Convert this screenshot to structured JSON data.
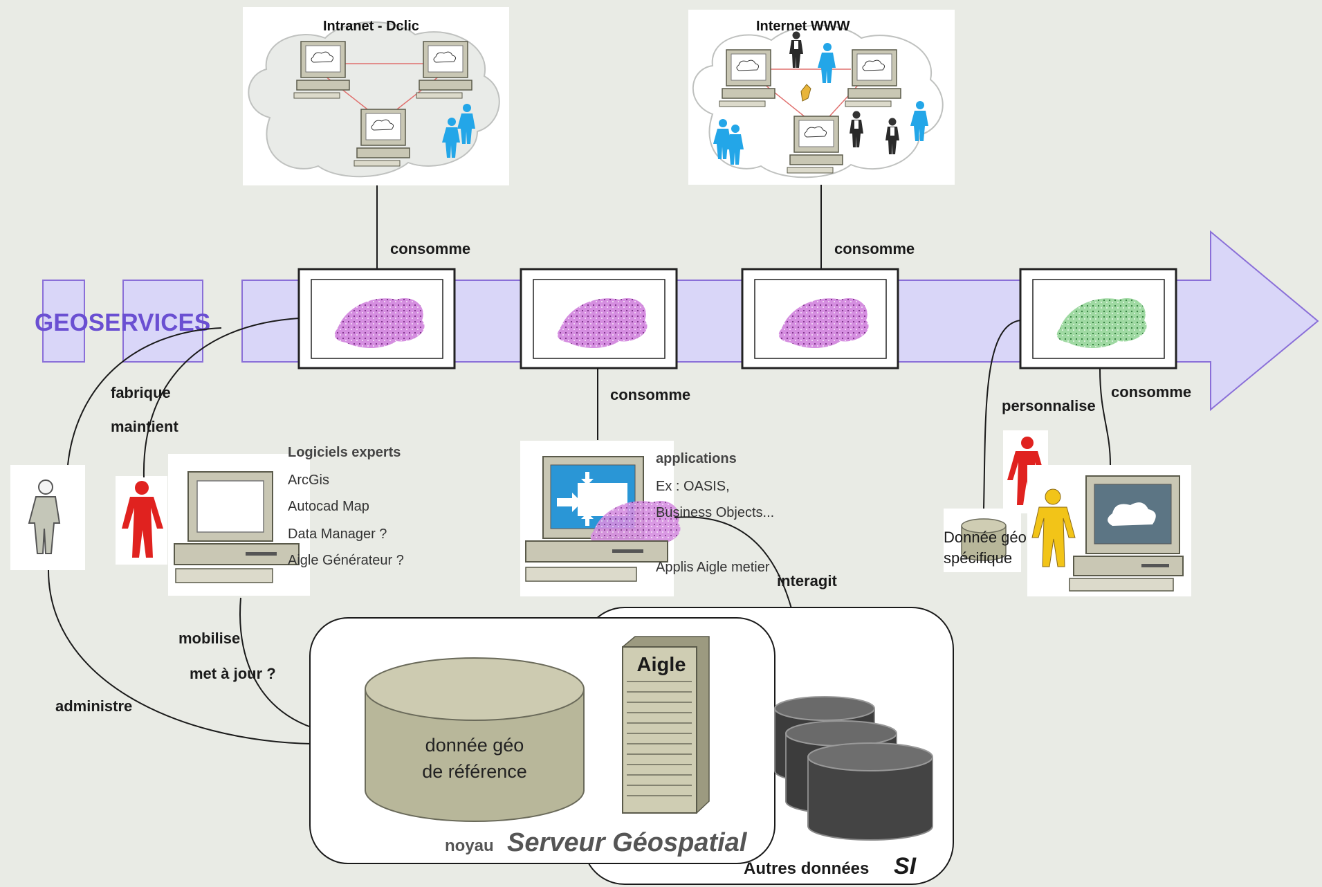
{
  "colors": {
    "background": "#e9ebe5",
    "arrow_fill": "#d9d6f8",
    "arrow_stroke": "#8a6fd8",
    "geoservices_text": "#6a4fd2",
    "map_pink": "#c778d9",
    "map_green": "#6fbf7a",
    "disk_olive": "#b8b79a",
    "disk_dark": "#555555",
    "person_red": "#e0221f",
    "person_yellow": "#f2c418",
    "person_blue": "#23a6e8"
  },
  "clouds": {
    "intranet": {
      "title": "Intranet - Dclic"
    },
    "internet": {
      "title": "Internet WWW"
    }
  },
  "arrow": {
    "label": "GEOSERVICES"
  },
  "relations": {
    "consomme_top_left": "consomme",
    "consomme_top_right": "consomme",
    "consomme_middle": "consomme",
    "consomme_right": "consomme",
    "personnalise": "personnalise",
    "fabrique": "fabrique",
    "maintient": "maintient",
    "mobilise": "mobilise",
    "met_a_jour": "met à jour ?",
    "administre": "administre",
    "interagit": "interagit"
  },
  "experts": {
    "heading": "Logiciels experts",
    "items": [
      "ArcGis",
      "Autocad Map",
      "Data Manager ?",
      "Aigle Générateur ?"
    ]
  },
  "applications": {
    "heading": "applications",
    "lines": [
      "Ex : OASIS,",
      "Business Objects...",
      "Applis Aigle metier"
    ]
  },
  "donnee_specifique": {
    "line1": "Donnée géo",
    "line2": "spécifique"
  },
  "core": {
    "db_line1": "donnée géo",
    "db_line2": "de référence",
    "server_label": "Aigle",
    "caption_prefix": "noyau",
    "caption_main": "Serveur Géospatial"
  },
  "si": {
    "caption_prefix": "Autres données",
    "caption_main": "SI"
  },
  "icons": [
    "map-icon",
    "computer-icon",
    "person-icon",
    "database-icon",
    "server-icon",
    "cloud-icon"
  ]
}
